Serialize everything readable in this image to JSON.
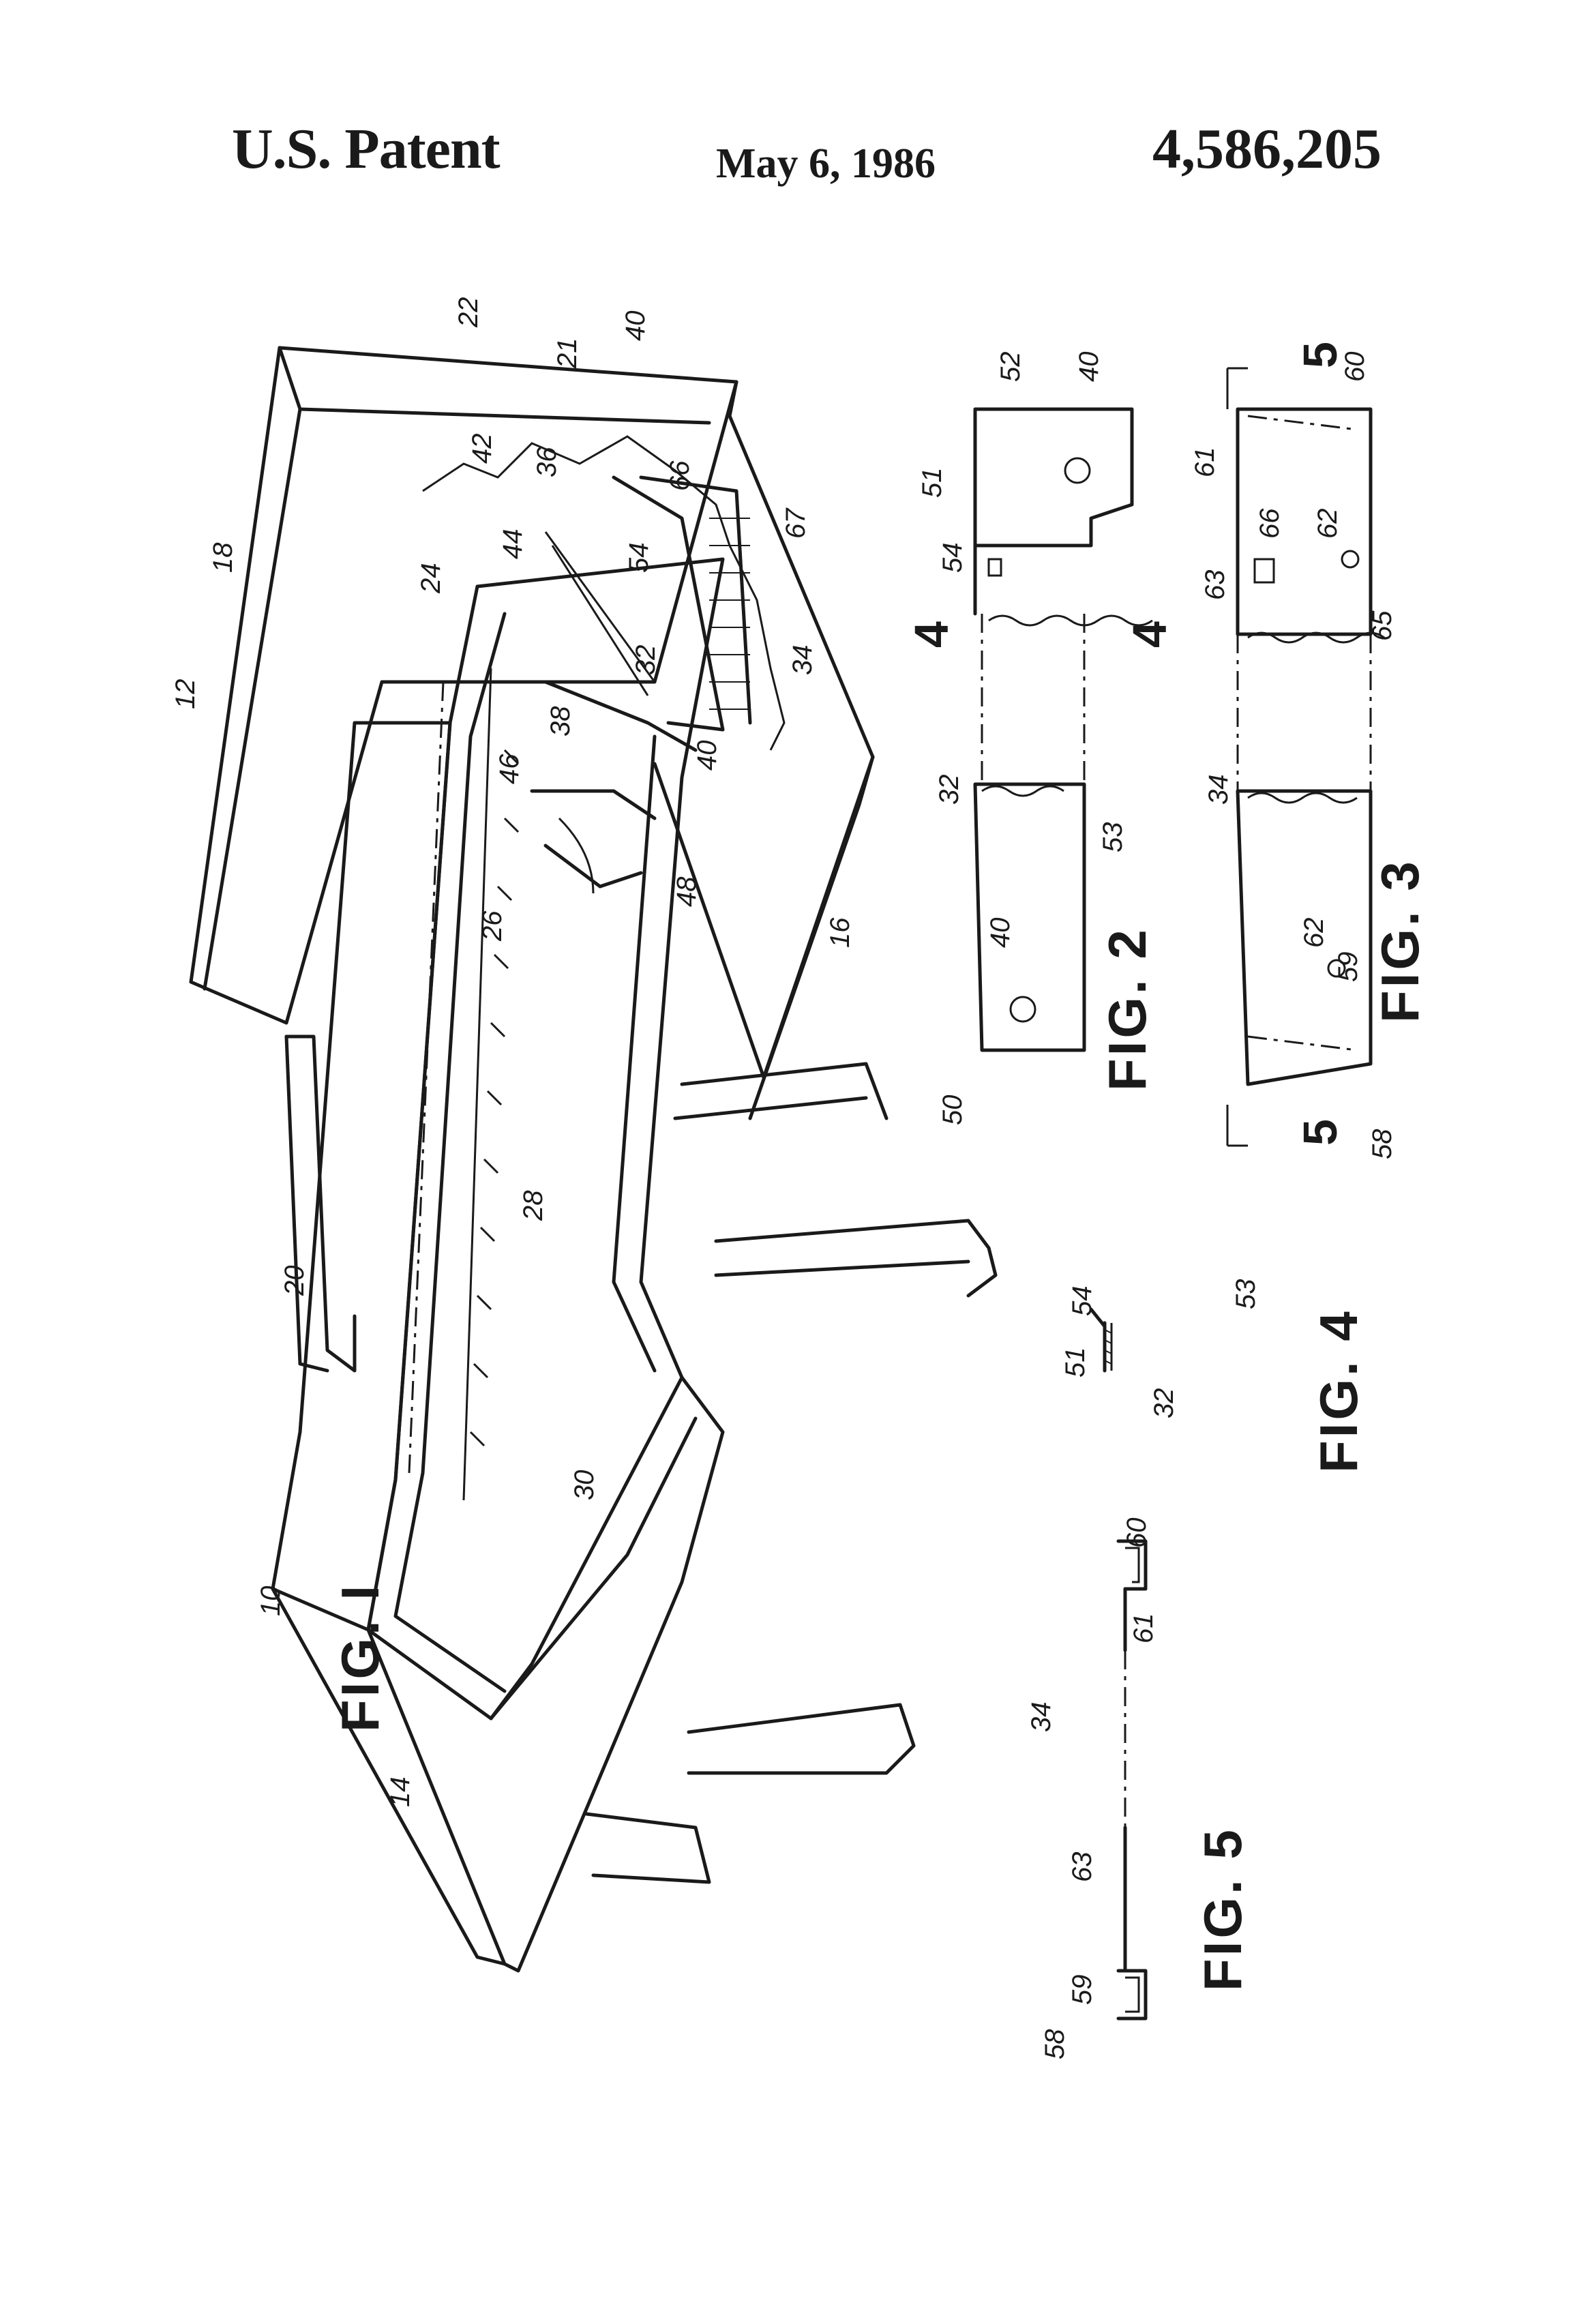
{
  "header": {
    "left": "U.S. Patent",
    "date": "May 6, 1986",
    "patent_number": "4,586,205"
  },
  "figures": {
    "fig1": "FIG. I",
    "fig2": "FIG. 2",
    "fig3": "FIG. 3",
    "fig4": "FIG. 4",
    "fig5": "FIG. 5"
  },
  "section_marks": {
    "s4a": "4",
    "s4b": "4",
    "s5a": "5",
    "s5b": "5"
  },
  "fig1_labels": {
    "l10": "10",
    "l12": "12",
    "l14": "14",
    "l16": "16",
    "l18": "18",
    "l20": "20",
    "l21": "21",
    "l22": "22",
    "l24": "24",
    "l26": "26",
    "l28": "28",
    "l30": "30",
    "l32": "32",
    "l34": "34",
    "l36": "36",
    "l38": "38",
    "l40a": "40",
    "l40b": "40",
    "l42": "42",
    "l44": "44",
    "l46": "46",
    "l48": "48",
    "l54": "54",
    "l66": "66",
    "l67": "67"
  },
  "fig2_labels": {
    "l50": "50",
    "l51": "51",
    "l52": "52",
    "l53": "53",
    "l54": "54",
    "l40a": "40",
    "l40b": "40",
    "l32": "32"
  },
  "fig3_labels": {
    "l58": "58",
    "l59": "59",
    "l60": "60",
    "l61": "61",
    "l62a": "62",
    "l62b": "62",
    "l63": "63",
    "l65": "65",
    "l66": "66",
    "l34": "34"
  },
  "fig4_labels": {
    "l51": "51",
    "l53": "53",
    "l54": "54",
    "l32": "32"
  },
  "fig5_labels": {
    "l58": "58",
    "l59": "59",
    "l60": "60",
    "l61": "61",
    "l63": "63",
    "l34": "34"
  }
}
